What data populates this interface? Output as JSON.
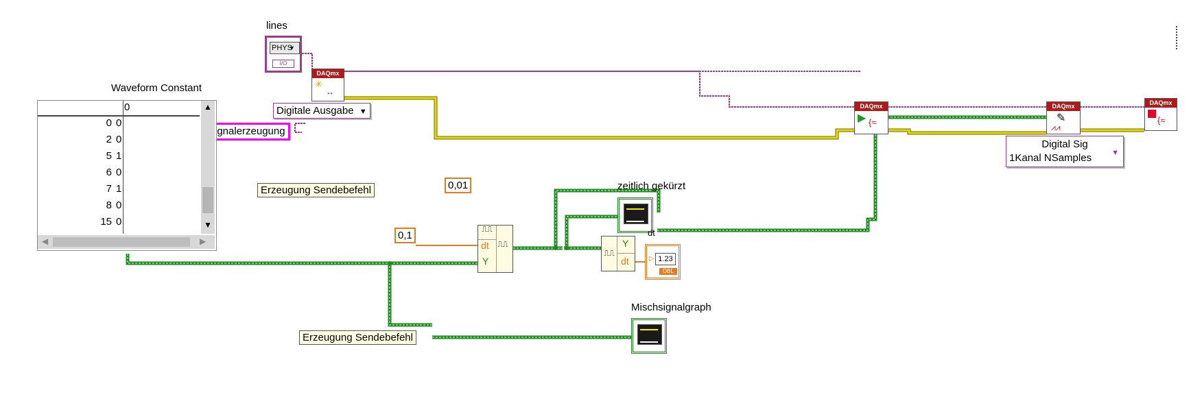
{
  "labels": {
    "lines": "lines",
    "waveform_constant": "Waveform Constant",
    "zeitlich": "zeitlich gekürzt",
    "dt_small": "dt",
    "mischsignal": "Mischsignalgraph"
  },
  "constants": {
    "c001": "0,01",
    "c01": "0,1"
  },
  "rings": {
    "physio": "PHYS",
    "digital_output": "Digitale Ausgabe",
    "task_name": "Signalerzeugung",
    "digital_sig_line1": "Digital Sig",
    "digital_sig_line2": "1Kanal NSamples"
  },
  "free_labels": {
    "erzeugung1": "Erzeugung Sendebefehl",
    "erzeugung2": "Erzeugung Sendebefehl"
  },
  "waveform_table": {
    "header_value": "0",
    "rows": [
      {
        "index": "0",
        "value": "0"
      },
      {
        "index": "2",
        "value": "0"
      },
      {
        "index": "5",
        "value": "1"
      },
      {
        "index": "6",
        "value": "0"
      },
      {
        "index": "7",
        "value": "1"
      },
      {
        "index": "8",
        "value": "0"
      },
      {
        "index": "15",
        "value": "0"
      }
    ]
  },
  "nodes": {
    "daqmx": "DAQmx",
    "build_dt": "dt",
    "build_y": "Y",
    "get_y": "Y",
    "get_dt": "dt",
    "indicator_val": "1.23",
    "indicator_type": "DBL",
    "io_tag": "I/O"
  },
  "colors": {
    "digital_wire": "#1e8a1e",
    "task_wire": "#c8b400",
    "resource_wire": "#9b3c96",
    "numeric": "#e97a1d",
    "task_ring": "#ff00ff"
  }
}
